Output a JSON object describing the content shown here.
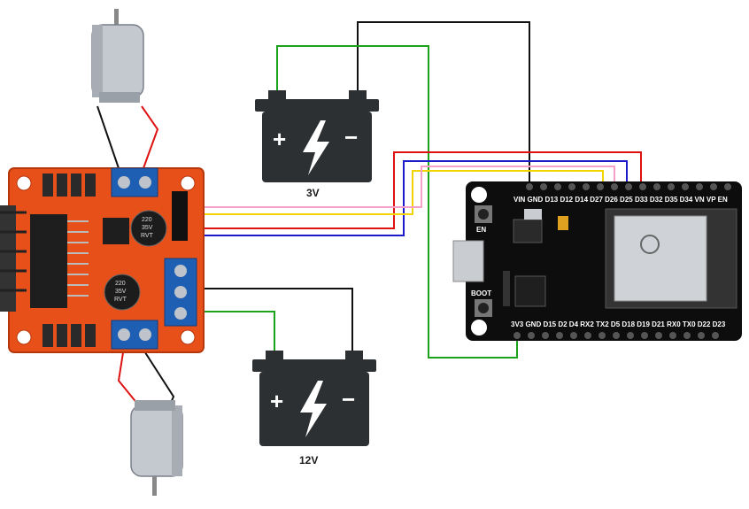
{
  "batteries": {
    "small": {
      "label": "3V",
      "plus": "+",
      "minus": "−"
    },
    "large": {
      "label": "12V",
      "plus": "+",
      "minus": "−"
    }
  },
  "driver": {
    "capacitor_top": [
      "220",
      "35V",
      "RVT"
    ],
    "capacitor_bottom": [
      "220",
      "35V",
      "RVT"
    ]
  },
  "esp32": {
    "top_pins": "VIN GND D13 D12 D14 D27 D26 D25 D33 D32 D35 D34 VN VP EN",
    "bottom_pins": "3V3 GND D15 D2 D4 RX2 TX2 D5 D18 D19 D21 RX0 TX0 D22 D23",
    "buttons": [
      "EN",
      "BOOT"
    ]
  },
  "wire_colors": {
    "black": "#111111",
    "red": "#dd1111",
    "green": "#1aa31a",
    "yellow": "#f2d500",
    "blue": "#1a1acc",
    "pink": "#f4a0c8"
  }
}
